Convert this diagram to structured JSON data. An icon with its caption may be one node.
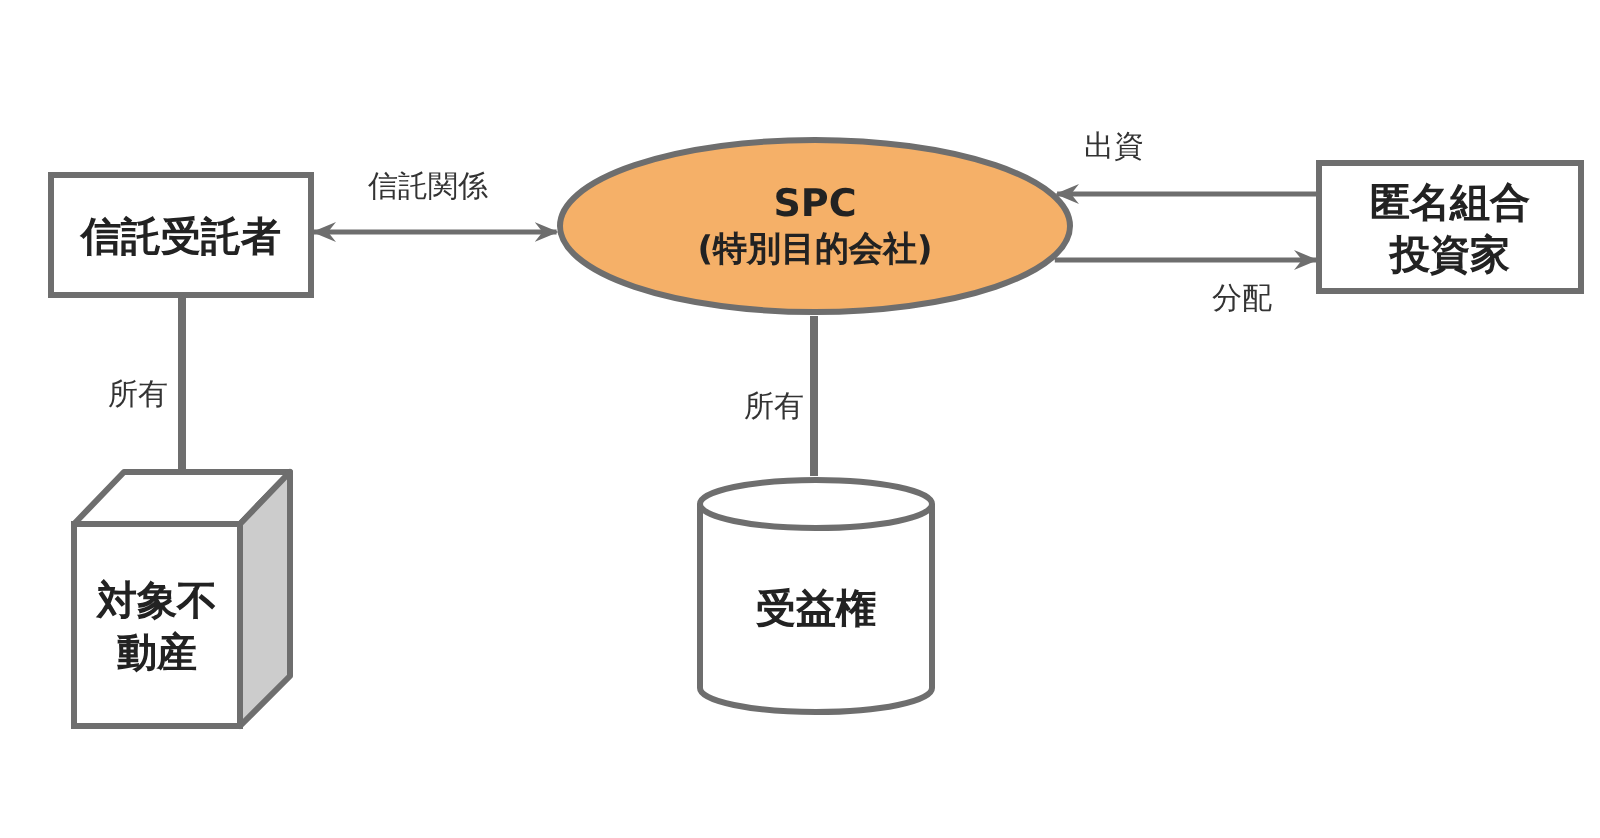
{
  "diagram": {
    "nodes": [
      {
        "text": [
          "信託受託者"
        ]
      },
      {
        "text": [
          "SPC",
          "(特別目的会社)"
        ]
      },
      {
        "text": [
          "匿名組合投資家"
        ]
      },
      {
        "text": [
          "対象不動産"
        ]
      },
      {
        "text": [
          "受益権"
        ]
      }
    ],
    "edges": [
      {
        "from": 0,
        "to": 1,
        "arrow": "both",
        "label": "信託関係"
      },
      {
        "from": 2,
        "to": 1,
        "arrow": "to",
        "label": "出資"
      },
      {
        "from": 1,
        "to": 2,
        "arrow": "to",
        "label": "分配"
      },
      {
        "from": 0,
        "to": 3,
        "arrow": "none",
        "label": "所有"
      },
      {
        "from": 1,
        "to": 4,
        "arrow": "none",
        "label": "所有"
      }
    ]
  }
}
